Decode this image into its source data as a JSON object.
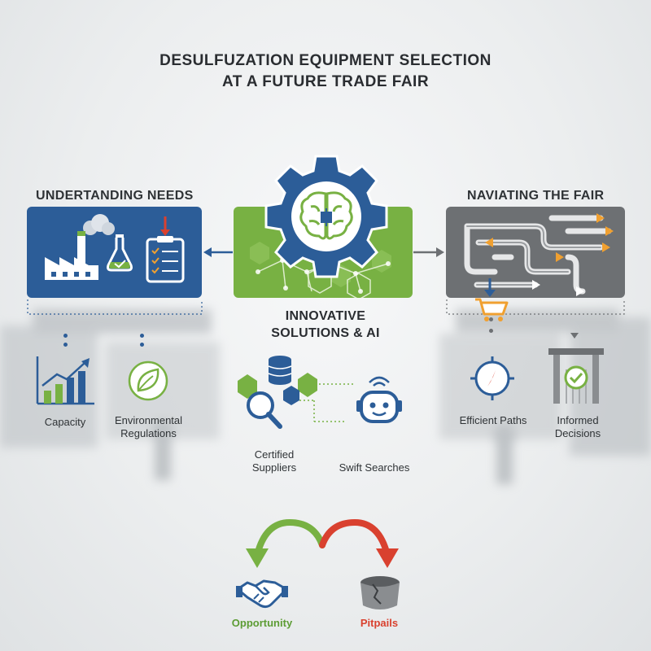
{
  "title": {
    "line1": "DESULFUZATION EQUIPMENT SELECTION",
    "line2": "AT A FUTURE TRADE FAIR"
  },
  "sections": {
    "left": {
      "heading": "UNDERTANDING NEEDS"
    },
    "center": {
      "heading_line1": "INNOVATIVE",
      "heading_line2": "SOLUTIONS & AI"
    },
    "right": {
      "heading": "NAVIATING THE FAIR"
    }
  },
  "left_items": {
    "capacity": "Capacity",
    "env_line1": "Environmental",
    "env_line2": "Regulations"
  },
  "center_items": {
    "certified_line1": "Certified",
    "certified_line2": "Suppliers",
    "swift": "Swift Searches"
  },
  "right_items": {
    "efficient": "Efficient Paths",
    "informed_line1": "Informed",
    "informed_line2": "Decisions"
  },
  "bottom": {
    "opportunity": "Opportunity",
    "pitfalls": "Pitpails"
  },
  "colors": {
    "blue": "#2c5d98",
    "green": "#78b143",
    "gray": "#6d7073",
    "orange": "#f0a030",
    "red": "#d9412f"
  },
  "icons": {
    "factory": "factory-icon",
    "flask": "flask-icon",
    "clipboard": "clipboard-checklist-icon",
    "gear_brain": "gear-brain-icon",
    "maze": "maze-path-icon",
    "cart": "shopping-cart-icon",
    "bar_chart": "bar-chart-icon",
    "leaf": "leaf-icon",
    "database": "database-icon",
    "magnifier": "magnifier-icon",
    "robot": "robot-icon",
    "compass": "compass-icon",
    "gate_check": "gate-check-icon",
    "handshake": "handshake-icon",
    "pit": "pit-icon"
  }
}
